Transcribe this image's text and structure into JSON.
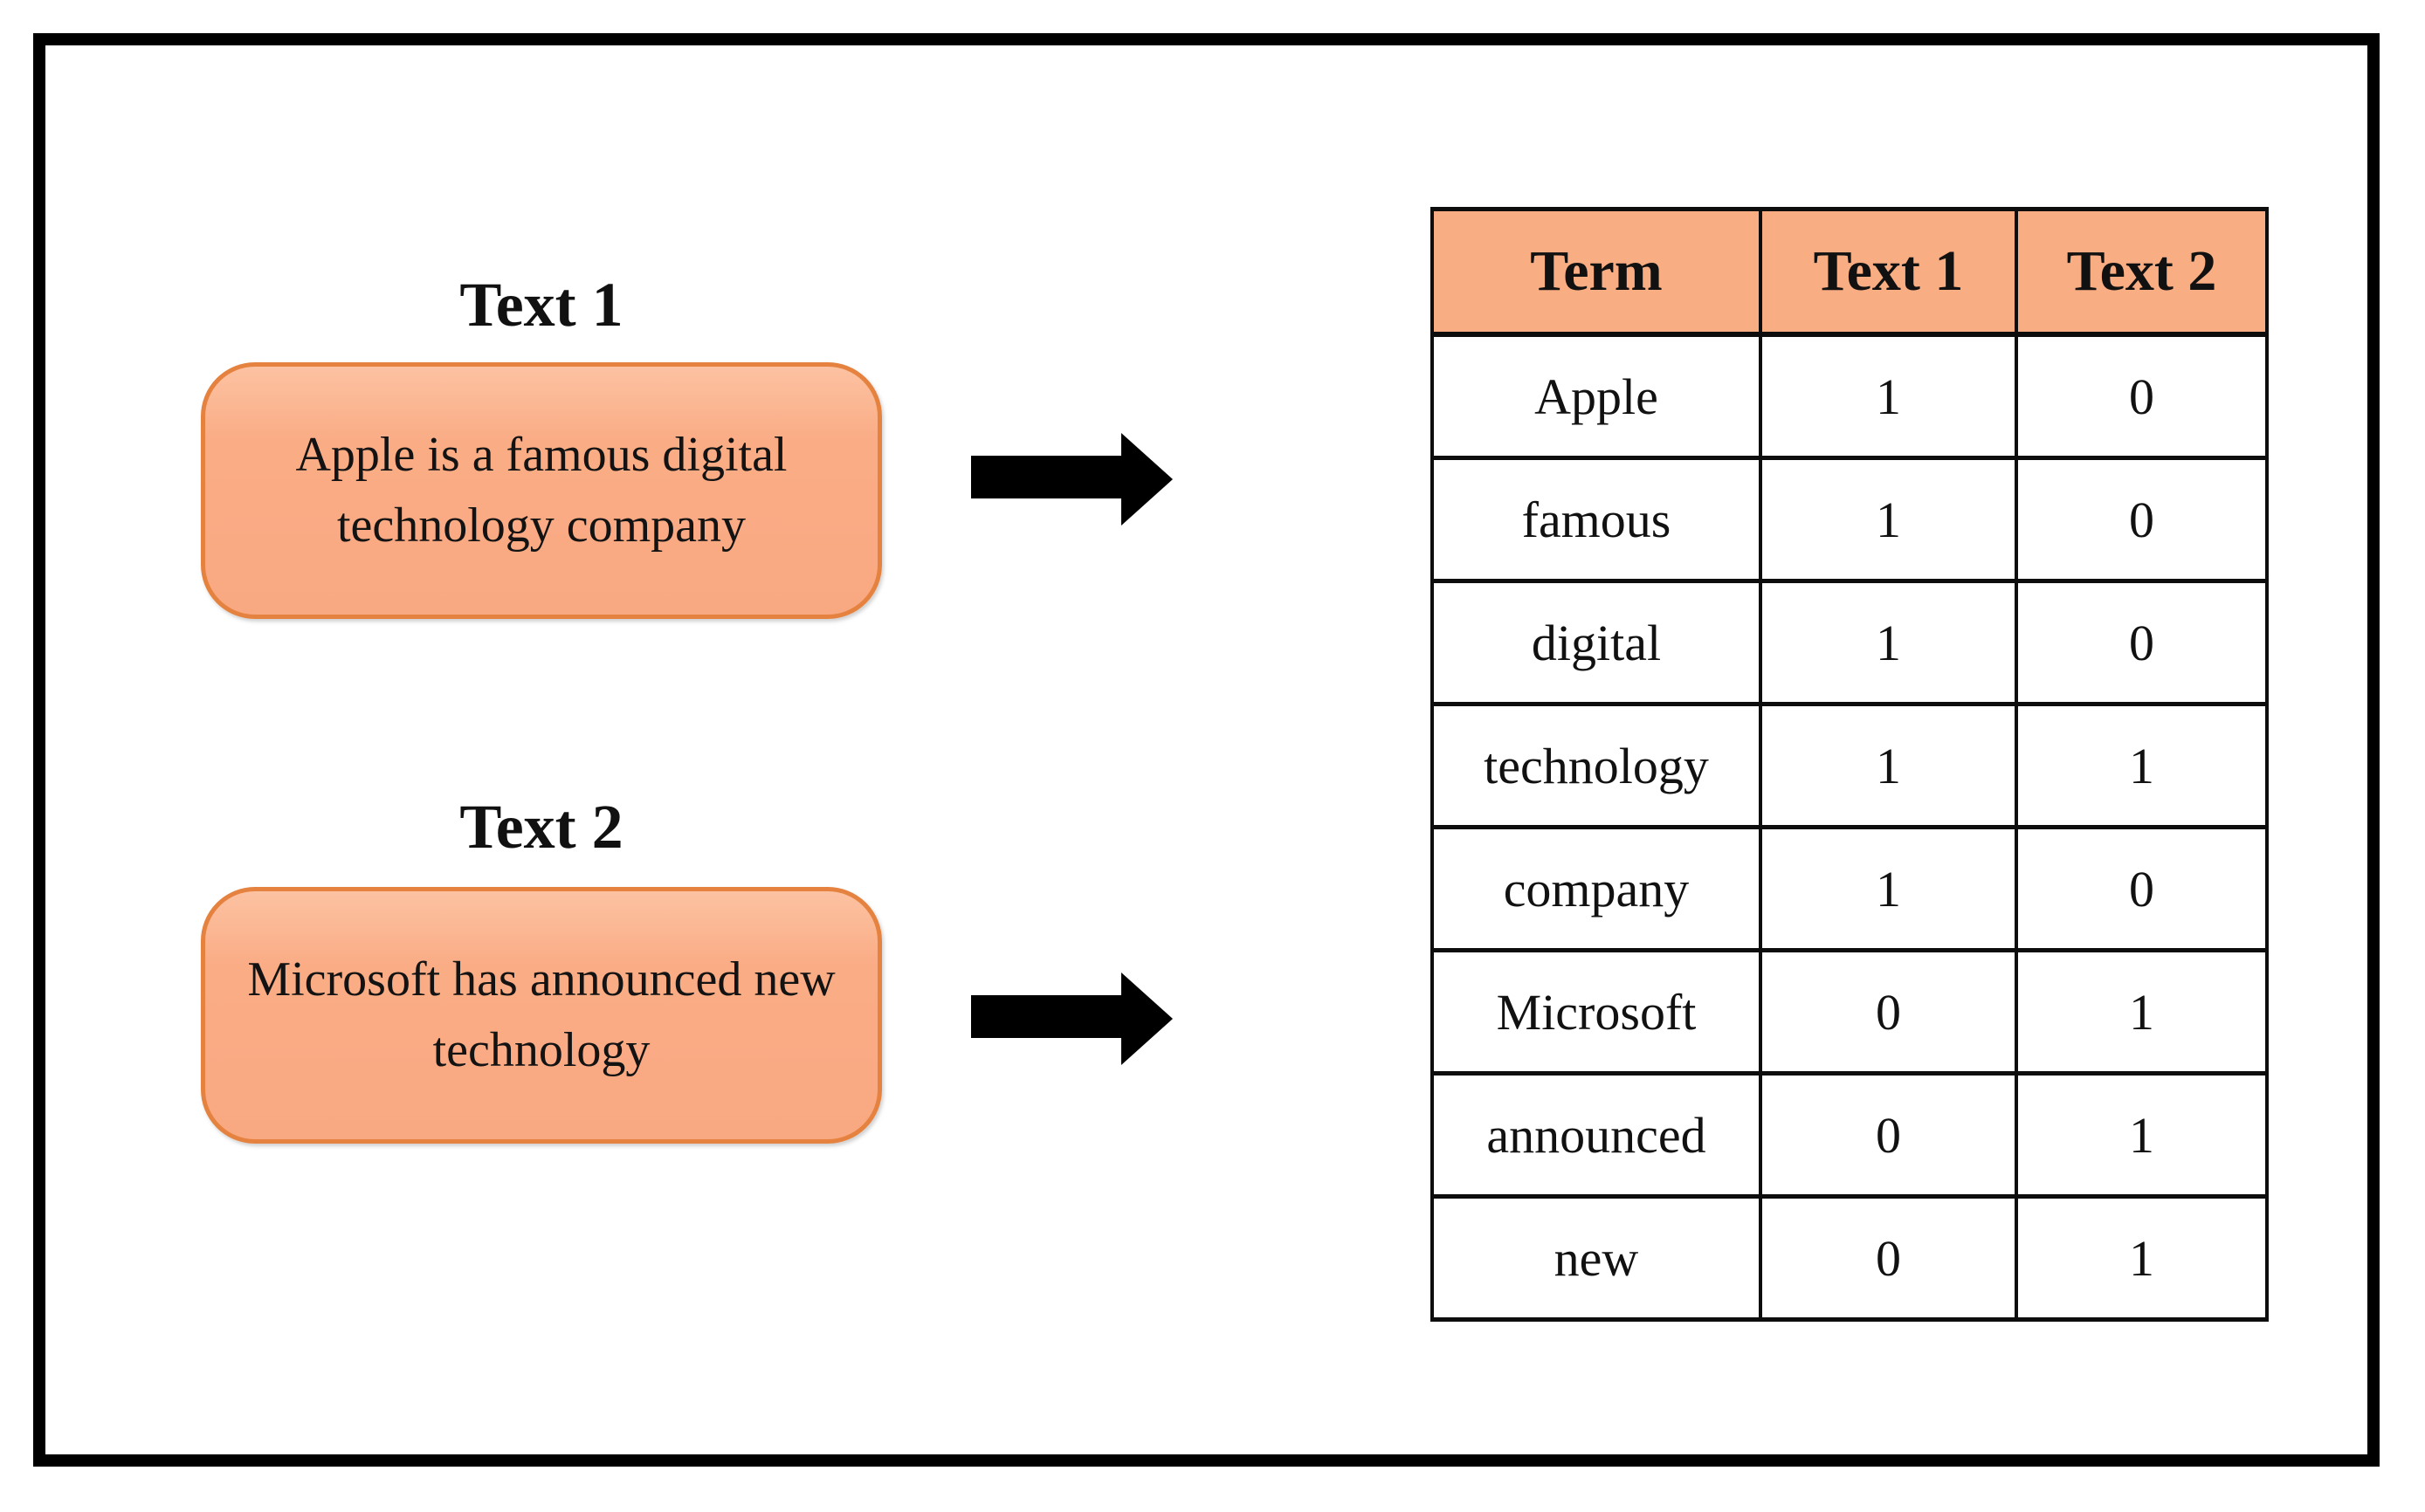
{
  "figure": {
    "description": "Bag-of-words term-document matrix diagram",
    "colors": {
      "header_fill": "#f9ad83",
      "box_fill": "#f9a982",
      "box_border": "#e5823f",
      "arrow_color": "#000000",
      "frame_border": "#000000",
      "text_color": "#111111"
    },
    "sources": [
      {
        "label": "Text 1",
        "text": "Apple is a famous digital technology company"
      },
      {
        "label": "Text 2",
        "text": "Microsoft has announced new technology"
      }
    ],
    "arrows": [
      {
        "icon": "right-arrow"
      },
      {
        "icon": "right-arrow"
      }
    ],
    "term_table": {
      "headers": [
        "Term",
        "Text 1",
        "Text 2"
      ],
      "rows": [
        [
          "Apple",
          1,
          0
        ],
        [
          "famous",
          1,
          0
        ],
        [
          "digital",
          1,
          0
        ],
        [
          "technology",
          1,
          1
        ],
        [
          "company",
          1,
          0
        ],
        [
          "Microsoft",
          0,
          1
        ],
        [
          "announced",
          0,
          1
        ],
        [
          "new",
          0,
          1
        ]
      ]
    }
  }
}
